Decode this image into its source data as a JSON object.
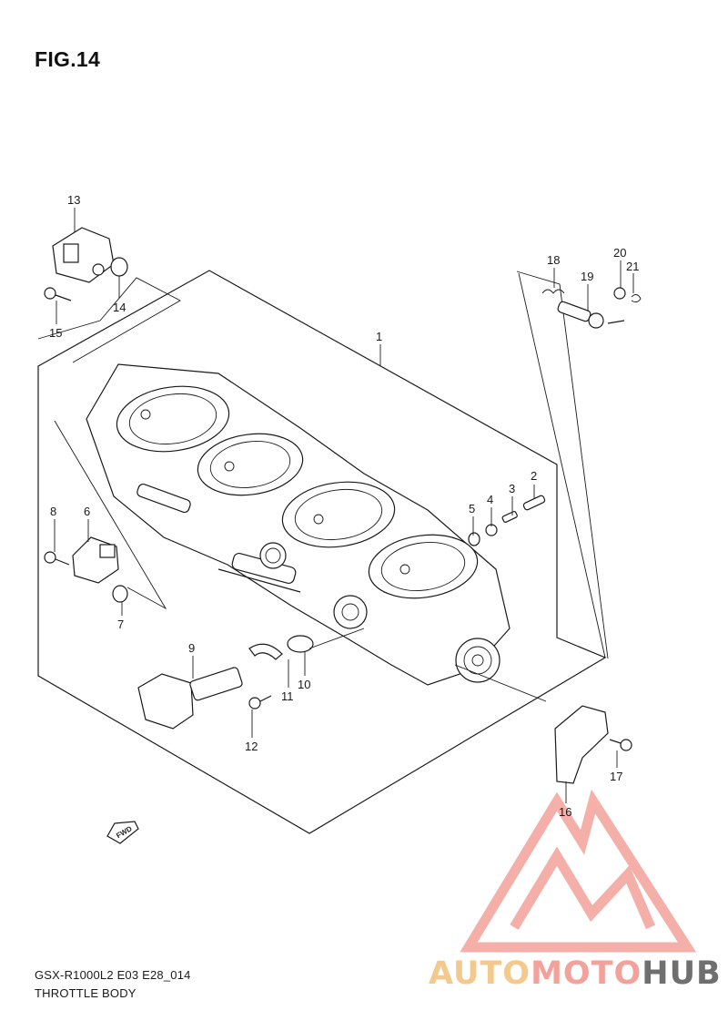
{
  "figure": {
    "title": "FIG.14"
  },
  "footer": {
    "model_code": "GSX-R1000L2 E03 E28_014",
    "section_name": "THROTTLE BODY"
  },
  "fwd_marker": {
    "label": "FWD"
  },
  "watermark": {
    "part1": "AUTO",
    "part2": "MOTO",
    "part3": "HUB"
  },
  "callouts": {
    "c1": "1",
    "c2": "2",
    "c3": "3",
    "c4": "4",
    "c5": "5",
    "c6": "6",
    "c7": "7",
    "c8": "8",
    "c9": "9",
    "c10": "10",
    "c11": "11",
    "c12": "12",
    "c13": "13",
    "c14": "14",
    "c15": "15",
    "c16": "16",
    "c17": "17",
    "c18": "18",
    "c19": "19",
    "c20": "20",
    "c21": "21"
  },
  "colors": {
    "line": "#1a1a1a",
    "watermark_red": "#f3a29b",
    "watermark_yellow": "#f4c98e",
    "watermark_gray": "#6f6f6f"
  }
}
